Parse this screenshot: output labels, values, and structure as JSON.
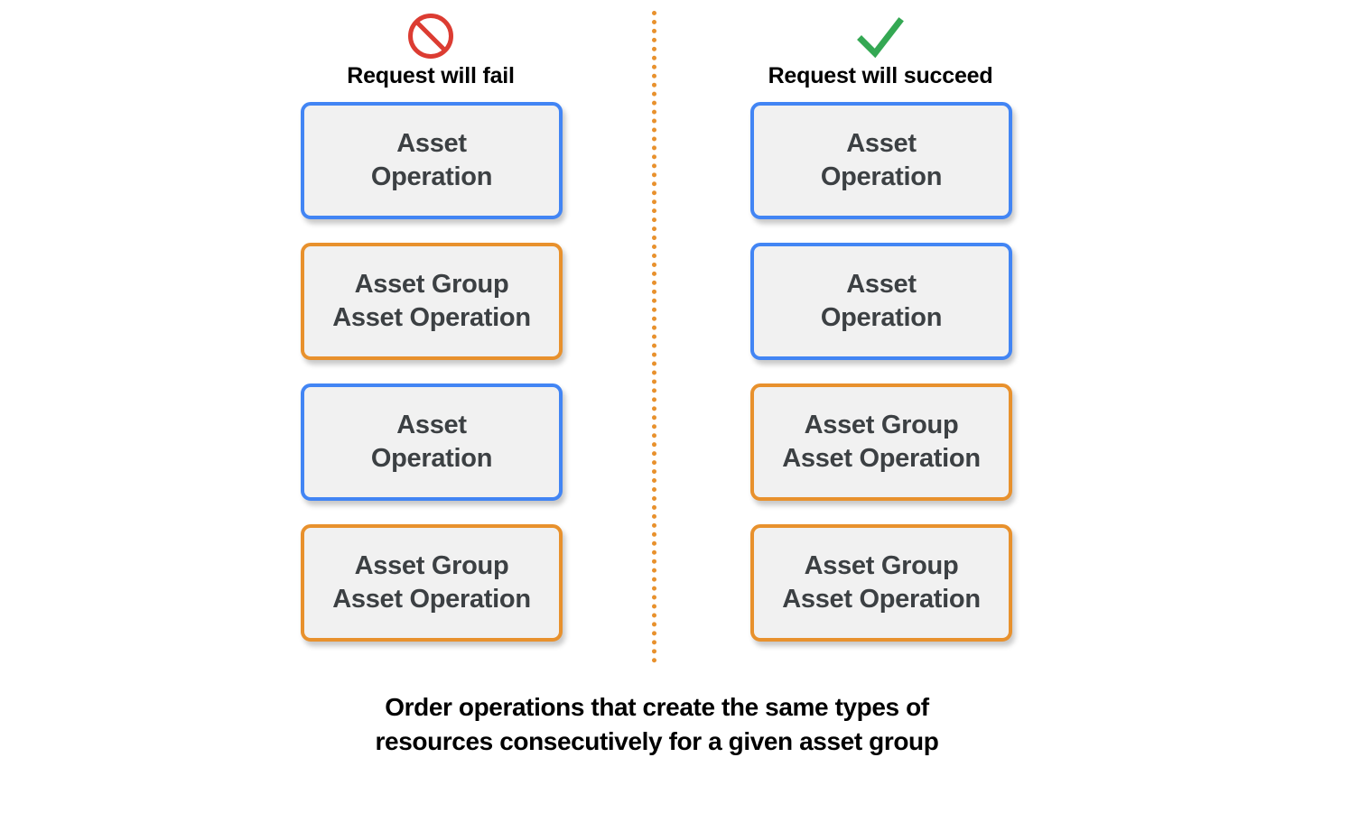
{
  "page": {
    "background_color": "#ffffff"
  },
  "divider": {
    "name": "vertical-dotted-divider",
    "color": "#e8912d",
    "style": "dotted"
  },
  "colors": {
    "blue_border": "#4285f4",
    "orange_border": "#e8912d",
    "box_fill": "#f1f1f1",
    "box_text": "#3c4043",
    "fail_icon": "#dc3c32",
    "success_icon": "#34a853",
    "title_text": "#000000"
  },
  "columns": [
    {
      "id": "fail",
      "icon": "prohibition-icon",
      "icon_color": "#dc3c32",
      "title": "Request will fail",
      "boxes": [
        {
          "color": "blue",
          "lines": [
            "Asset",
            "Operation"
          ]
        },
        {
          "color": "orange",
          "lines": [
            "Asset Group",
            "Asset Operation"
          ]
        },
        {
          "color": "blue",
          "lines": [
            "Asset",
            "Operation"
          ]
        },
        {
          "color": "orange",
          "lines": [
            "Asset Group",
            "Asset Operation"
          ]
        }
      ]
    },
    {
      "id": "succeed",
      "icon": "checkmark-icon",
      "icon_color": "#34a853",
      "title": "Request will succeed",
      "boxes": [
        {
          "color": "blue",
          "lines": [
            "Asset",
            "Operation"
          ]
        },
        {
          "color": "blue",
          "lines": [
            "Asset",
            "Operation"
          ]
        },
        {
          "color": "orange",
          "lines": [
            "Asset Group",
            "Asset Operation"
          ]
        },
        {
          "color": "orange",
          "lines": [
            "Asset Group",
            "Asset Operation"
          ]
        }
      ]
    }
  ],
  "caption": {
    "line1": "Order operations that create the same types of",
    "line2": "resources consecutively for a given asset group"
  }
}
